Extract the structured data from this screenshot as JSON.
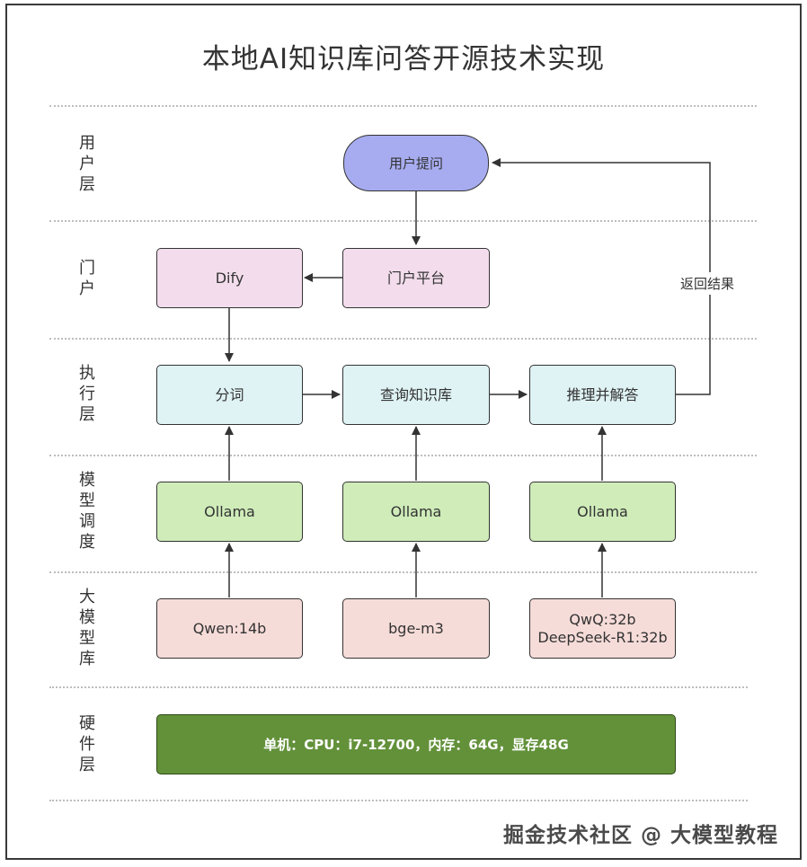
{
  "title": "本地AI知识库问答开源技术实现",
  "layers": {
    "user": "用户层",
    "portal": "门户",
    "exec": "执行层",
    "sched": "模型调度",
    "models": "大模型库",
    "hw": "硬件层"
  },
  "nodes": {
    "user_question": "用户提问",
    "dify": "Dify",
    "portal_platform": "门户平台",
    "segment": "分词",
    "query_kb": "查询知识库",
    "reason_answer": "推理并解答",
    "ollama_1": "Ollama",
    "ollama_2": "Ollama",
    "ollama_3": "Ollama",
    "qwen": "Qwen:14b",
    "bge": "bge-m3",
    "qwq_line1": "QwQ:32b",
    "qwq_line2": "DeepSeek-R1:32b",
    "hardware": "单机：CPU：i7-12700，内存：64G，显存48G"
  },
  "edge_labels": {
    "return_result": "返回结果"
  },
  "watermark": "掘金技术社区 @ 大模型教程",
  "colors": {
    "pill": "#a7acf0",
    "portal": "#f3ddec",
    "exec": "#dff2f4",
    "sched": "#cfecb9",
    "models": "#f6dcd9",
    "hardware": "#63913a"
  }
}
